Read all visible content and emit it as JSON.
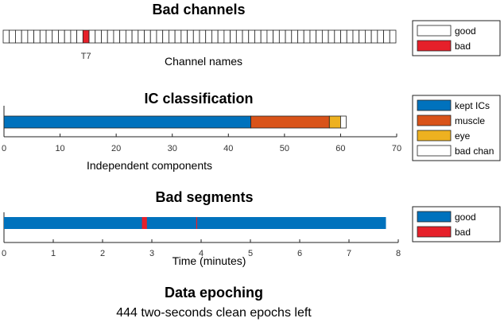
{
  "colors": {
    "kept": "#0072BD",
    "muscle": "#D95319",
    "eye": "#EDB120",
    "bad": "#E6202A",
    "white": "#FFFFFF",
    "stroke": "#222222"
  },
  "chart_data": [
    {
      "type": "bar",
      "title": "Bad channels",
      "xlabel": "Channel names",
      "n_channels": 64,
      "bad_channels": [
        {
          "index": 13,
          "label": "T7"
        }
      ],
      "legend": {
        "placement": "right",
        "items": [
          {
            "label": "good",
            "color": "#FFFFFF"
          },
          {
            "label": "bad",
            "color": "#E6202A"
          }
        ]
      }
    },
    {
      "type": "bar",
      "title": "IC classification",
      "xlabel": "Independent components",
      "xlim": [
        0,
        70
      ],
      "xticks": [
        0,
        10,
        20,
        30,
        40,
        50,
        60,
        70
      ],
      "segments": [
        {
          "label": "kept ICs",
          "start": 0,
          "end": 44,
          "color": "#0072BD"
        },
        {
          "label": "muscle",
          "start": 44,
          "end": 58,
          "color": "#D95319"
        },
        {
          "label": "eye",
          "start": 58,
          "end": 60,
          "color": "#EDB120"
        },
        {
          "label": "bad chan",
          "start": 60,
          "end": 61,
          "color": "#FFFFFF"
        }
      ],
      "legend": {
        "placement": "right",
        "items": [
          {
            "label": "kept ICs",
            "color": "#0072BD"
          },
          {
            "label": "muscle",
            "color": "#D95319"
          },
          {
            "label": "eye",
            "color": "#EDB120"
          },
          {
            "label": "bad chan",
            "color": "#FFFFFF"
          }
        ]
      }
    },
    {
      "type": "bar",
      "title": "Bad segments",
      "xlabel": "Time (minutes)",
      "xlim": [
        0,
        8
      ],
      "xticks": [
        0,
        1,
        2,
        3,
        4,
        5,
        6,
        7,
        8
      ],
      "total": 7.75,
      "bad_segments": [
        {
          "start": 2.8,
          "end": 2.9
        },
        {
          "start": 3.9,
          "end": 3.92
        }
      ],
      "legend": {
        "placement": "right",
        "items": [
          {
            "label": "good",
            "color": "#0072BD"
          },
          {
            "label": "bad",
            "color": "#E6202A"
          }
        ]
      }
    }
  ],
  "epoching": {
    "title": "Data epoching",
    "text": "444 two-seconds clean epochs left"
  }
}
